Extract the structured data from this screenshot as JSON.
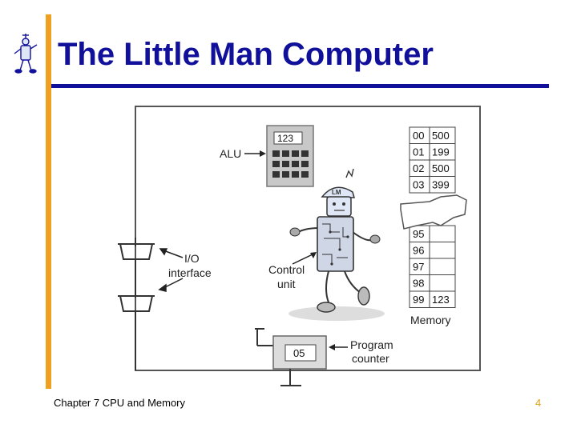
{
  "slide": {
    "title": "The Little Man Computer",
    "footer_text": "Chapter 7 CPU and Memory",
    "page_number": "4"
  },
  "diagram": {
    "alu_label": "ALU",
    "alu_display": "123",
    "io_label_line1": "I/O",
    "io_label_line2": "interface",
    "control_label_line1": "Control",
    "control_label_line2": "unit",
    "hat_text": "LM",
    "program_counter_value": "05",
    "program_counter_line1": "Program",
    "program_counter_line2": "counter",
    "memory_label": "Memory",
    "memory_top": [
      {
        "address": "00",
        "value": "500"
      },
      {
        "address": "01",
        "value": "199"
      },
      {
        "address": "02",
        "value": "500"
      },
      {
        "address": "03",
        "value": "399"
      }
    ],
    "memory_bottom": [
      {
        "address": "95",
        "value": ""
      },
      {
        "address": "96",
        "value": ""
      },
      {
        "address": "97",
        "value": ""
      },
      {
        "address": "98",
        "value": ""
      },
      {
        "address": "99",
        "value": "123"
      }
    ]
  }
}
